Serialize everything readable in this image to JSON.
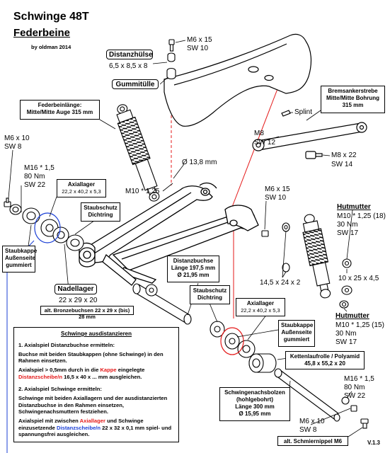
{
  "title": "Schwinge 48T",
  "subtitle": "Federbeine",
  "author": "by oldman 2014",
  "version": "V.1.3",
  "labels": {
    "m6x15_top": "M6 x 15",
    "sw10_top": "SW 10",
    "distanzhuelse": "Distanzhülse",
    "distanzhuelse_dim": "6,5 x 8,5 x 8",
    "gummituelle": "Gummitülle",
    "federbeinlaenge_1": "Federbeinlänge:",
    "federbeinlaenge_2": "Mitte/Mitte Auge 315 mm",
    "bremsanker_1": "Bremsankerstrebe",
    "bremsanker_2": "Mitte/Mitte Bohrung",
    "bremsanker_3": "315 mm",
    "splint": "Splint",
    "m8": "M8",
    "sw12": "SW 12",
    "m8x22": "M8 x 22",
    "sw14": "SW 14",
    "m6x10_left": "M6 x 10",
    "sw8_left": "SW 8",
    "dia138": "Ø 13,8 mm",
    "m16_left": "M16 * 1,5",
    "nm80_left": "80 Nm",
    "sw22_left": "SW 22",
    "axiallager_left_1": "Axiallager",
    "axiallager_left_2": "22,2 x 40,2 x 5,3",
    "m10_125": "M10 * 1,25",
    "m6x15_mid": "M6 x 15",
    "sw10_mid": "SW 10",
    "hutmutter_top": "Hutmutter",
    "hut_top_1": "M10 * 1,25 (18)",
    "hut_top_2": "30 Nm",
    "hut_top_3": "SW 17",
    "staubschutz_left_1": "Staubschutz",
    "staubschutz_left_2": "Dichtring",
    "staubkappe_left_1": "Staubkappe",
    "staubkappe_left_2": "Außenseite",
    "staubkappe_left_3": "gummiert",
    "distanzbuchse_1": "Distanzbuchse",
    "distanzbuchse_2": "Länge 197,5 mm",
    "distanzbuchse_3": "Ø 21,95 mm",
    "washer_14": "14,5 x 24 x 2",
    "washer_10": "10 x 25 x 4,5",
    "nadellager": "Nadellager",
    "nadellager_dim": "22 x 29 x 20",
    "bronze": "alt. Bronzebuchsen 22 x 29 x (bis) 28 mm",
    "staubschutz_right_1": "Staubschutz",
    "staubschutz_right_2": "Dichtring",
    "axiallager_right_1": "Axiallager",
    "axiallager_right_2": "22,2 x 40,2 x 5,3",
    "hutmutter_bottom": "Hutmutter",
    "hut_bot_1": "M10 * 1,25 (15)",
    "hut_bot_2": "30 Nm",
    "hut_bot_3": "SW 17",
    "staubkappe_right_1": "Staubkappe",
    "staubkappe_right_2": "Außenseite",
    "staubkappe_right_3": "gummiert",
    "kettenlauf_1": "Kettenlaufrolle / Polyamid",
    "kettenlauf_2": "45,8 x 55,2 x 20",
    "schwingenachse_1": "Schwingenachsbolzen",
    "schwingenachse_2": "(hohlgebohrt)",
    "schwingenachse_3": "Länge 300 mm",
    "schwingenachse_4": "Ø 15,95 mm",
    "m16_right": "M16 * 1,5",
    "nm80_right": "80 Nm",
    "sw22_right": "SW 22",
    "m6x10_bottom": "M6 x 10",
    "sw8_bottom": "SW 8",
    "schmiernippel": "alt. Schmiernippel M6"
  },
  "info": {
    "heading": "Schwinge ausdistanzieren",
    "s1_title": "1. Axialspiel Distanzbuchse ermitteln:",
    "s1_text": "Buchse mit beiden Staubkappen (ohne Schwinge) in den Rahmen einsetzen.",
    "s1_a": "Axialspiel > 0,5mm durch in die ",
    "s1_kappe": "Kappe",
    "s1_b": " eingelegte",
    "s1_scheibe": "Distanzscheibe/n",
    "s1_c": " 16,5 x 40 x ... mm ausgleichen.",
    "s2_title": "2. Axialspiel Schwinge ermitteln:",
    "s2_text": "Schwinge mit beiden Axiallagern und der ausdistanzierten Distanzbuchse in den Rahmen einsetzen, Schwingenachsmuttern festziehen.",
    "s2_a": "Axialspiel mit zwischen ",
    "s2_axiallager": "Axiallager",
    "s2_b": " und Schwinge einzusetzende ",
    "s2_scheibe": "Distanzscheibe/n",
    "s2_c": " 22 x 32 x 0,1 mm spiel- und spannungsfrei ausgleichen."
  },
  "colors": {
    "red": "#e41a1a",
    "blue": "#1a3fd6",
    "line": "#000000"
  }
}
